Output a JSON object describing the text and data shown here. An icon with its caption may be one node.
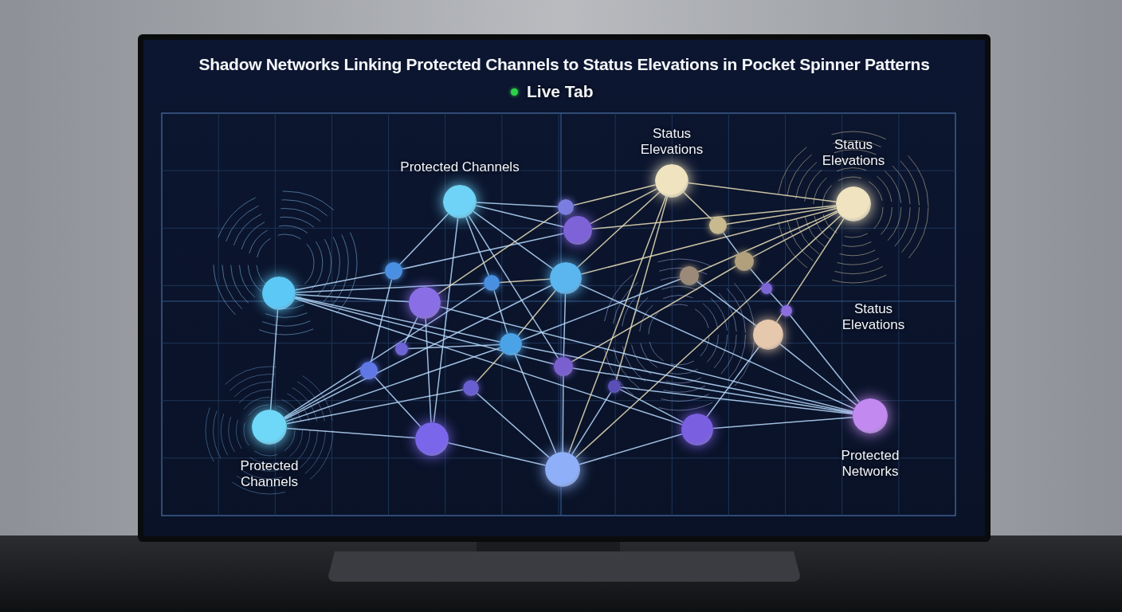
{
  "diagram": {
    "title": "Shadow Networks Linking Protected Channels to Status Elevations in Pocket Spinner Patterns",
    "nodes": [
      {
        "text": [
          "Status Elevations"
        ]
      },
      {
        "text": [
          "Protected Channels"
        ]
      },
      {
        "text": [
          "Status Elevations"
        ]
      },
      {
        "text": [],
        "shape": "circle"
      },
      {
        "text": [],
        "shape": "circle"
      },
      {
        "text": [],
        "shape": "circle"
      },
      {
        "text": [],
        "shape": "circle"
      },
      {
        "text": [],
        "shape": "circle"
      },
      {
        "text": [],
        "shape": "circle"
      },
      {
        "text": [],
        "shape": "circle"
      },
      {
        "text": [],
        "shape": "circle"
      },
      {
        "text": [],
        "shape": "circle"
      },
      {
        "text": [],
        "shape": "circle"
      },
      {
        "text": [],
        "shape": "circle"
      },
      {
        "text": [],
        "shape": "circle"
      },
      {
        "text": [],
        "shape": "circle"
      },
      {
        "text": [],
        "shape": "circle"
      },
      {
        "text": [],
        "shape": "circle"
      },
      {
        "text": [],
        "shape": "circle"
      },
      {
        "text": [],
        "shape": "circle"
      },
      {
        "text": [],
        "shape": "circle"
      },
      {
        "text": [],
        "shape": "circle"
      },
      {
        "text": [
          "Protected Networks"
        ]
      },
      {
        "text": [],
        "shape": "circle"
      },
      {
        "text": [
          "Protected Channels"
        ]
      },
      {
        "text": [],
        "shape": "circle"
      },
      {
        "text": [],
        "shape": "circle"
      }
    ],
    "edges": [
      {
        "from": 11,
        "to": 7,
        "arrow": "none"
      },
      {
        "from": 11,
        "to": 10,
        "arrow": "none"
      },
      {
        "from": 11,
        "to": 13,
        "arrow": "none"
      },
      {
        "from": 11,
        "to": 16,
        "arrow": "none"
      },
      {
        "from": 11,
        "to": 23,
        "arrow": "none"
      },
      {
        "from": 11,
        "to": 24,
        "arrow": "none"
      },
      {
        "from": 11,
        "to": 18,
        "arrow": "none"
      },
      {
        "from": 7,
        "to": 5,
        "arrow": "none"
      },
      {
        "from": 1,
        "to": 7,
        "arrow": "none"
      },
      {
        "from": 1,
        "to": 10,
        "arrow": "none"
      },
      {
        "from": 1,
        "to": 5,
        "arrow": "none"
      },
      {
        "from": 1,
        "to": 3,
        "arrow": "none"
      },
      {
        "from": 1,
        "to": 9,
        "arrow": "none"
      },
      {
        "from": 10,
        "to": 16,
        "arrow": "none"
      },
      {
        "from": 1,
        "to": 25,
        "arrow": "none"
      },
      {
        "from": 1,
        "to": 18,
        "arrow": "none"
      },
      {
        "from": 7,
        "to": 19,
        "arrow": "none"
      },
      {
        "from": 0,
        "to": 3,
        "arrow": "none",
        "color": "#eadfb8"
      },
      {
        "from": 0,
        "to": 5,
        "arrow": "none",
        "color": "#eadfb8"
      },
      {
        "from": 0,
        "to": 9,
        "arrow": "none",
        "color": "#eadfb8"
      },
      {
        "from": 3,
        "to": 13,
        "arrow": "none",
        "color": "#eadfb8"
      },
      {
        "from": 9,
        "to": 16,
        "arrow": "none",
        "color": "#eadfb8"
      },
      {
        "from": 0,
        "to": 26,
        "arrow": "none",
        "color": "#eadfb8"
      },
      {
        "from": 0,
        "to": 20,
        "arrow": "none",
        "color": "#eadfb8"
      },
      {
        "from": 0,
        "to": 4,
        "arrow": "none",
        "color": "#eadfb8"
      },
      {
        "from": 0,
        "to": 2,
        "arrow": "none",
        "color": "#eadfb8"
      },
      {
        "from": 16,
        "to": 21,
        "arrow": "none",
        "color": "#eadfb8"
      },
      {
        "from": 2,
        "to": 4,
        "arrow": "none",
        "color": "#eadfb8"
      },
      {
        "from": 2,
        "to": 6,
        "arrow": "none",
        "color": "#eadfb8"
      },
      {
        "from": 2,
        "to": 8,
        "arrow": "none",
        "color": "#eadfb8"
      },
      {
        "from": 2,
        "to": 9,
        "arrow": "none",
        "color": "#eadfb8"
      },
      {
        "from": 2,
        "to": 5,
        "arrow": "none",
        "color": "#eadfb8"
      },
      {
        "from": 6,
        "to": 18,
        "arrow": "none",
        "color": "#eadfb8"
      },
      {
        "from": 2,
        "to": 15,
        "arrow": "none",
        "color": "#eadfb8"
      },
      {
        "from": 2,
        "to": 26,
        "arrow": "none",
        "color": "#eadfb8"
      },
      {
        "from": 9,
        "to": 10,
        "arrow": "none",
        "color": "#eadfb8"
      },
      {
        "from": 4,
        "to": 6,
        "arrow": "none"
      },
      {
        "from": 6,
        "to": 12,
        "arrow": "none"
      },
      {
        "from": 12,
        "to": 14,
        "arrow": "none"
      },
      {
        "from": 14,
        "to": 22,
        "arrow": "none"
      },
      {
        "from": 15,
        "to": 22,
        "arrow": "none"
      },
      {
        "from": 15,
        "to": 23,
        "arrow": "none"
      },
      {
        "from": 22,
        "to": 9,
        "arrow": "none"
      },
      {
        "from": 22,
        "to": 13,
        "arrow": "none"
      },
      {
        "from": 22,
        "to": 16,
        "arrow": "none"
      },
      {
        "from": 22,
        "to": 18,
        "arrow": "none"
      },
      {
        "from": 22,
        "to": 20,
        "arrow": "none"
      },
      {
        "from": 22,
        "to": 23,
        "arrow": "none"
      },
      {
        "from": 15,
        "to": 8,
        "arrow": "none"
      },
      {
        "from": 24,
        "to": 19,
        "arrow": "none"
      },
      {
        "from": 24,
        "to": 21,
        "arrow": "none"
      },
      {
        "from": 24,
        "to": 16,
        "arrow": "none"
      },
      {
        "from": 24,
        "to": 9,
        "arrow": "none"
      },
      {
        "from": 24,
        "to": 10,
        "arrow": "none"
      },
      {
        "from": 24,
        "to": 25,
        "arrow": "none"
      },
      {
        "from": 16,
        "to": 8,
        "arrow": "none"
      },
      {
        "from": 26,
        "to": 25,
        "arrow": "none"
      },
      {
        "from": 26,
        "to": 23,
        "arrow": "none"
      },
      {
        "from": 26,
        "to": 16,
        "arrow": "none"
      },
      {
        "from": 26,
        "to": 21,
        "arrow": "none"
      },
      {
        "from": 26,
        "to": 18,
        "arrow": "none"
      },
      {
        "from": 18,
        "to": 9,
        "arrow": "none"
      },
      {
        "from": 26,
        "to": 20,
        "arrow": "none"
      },
      {
        "from": 25,
        "to": 13,
        "arrow": "none"
      },
      {
        "from": 25,
        "to": 19,
        "arrow": "none"
      },
      {
        "from": 17,
        "to": 13,
        "arrow": "none"
      },
      {
        "from": 17,
        "to": 16,
        "arrow": "none"
      },
      {
        "from": 23,
        "to": 20,
        "arrow": "none"
      }
    ],
    "labels": [
      "Live Tab",
      "Status Elevations"
    ]
  }
}
